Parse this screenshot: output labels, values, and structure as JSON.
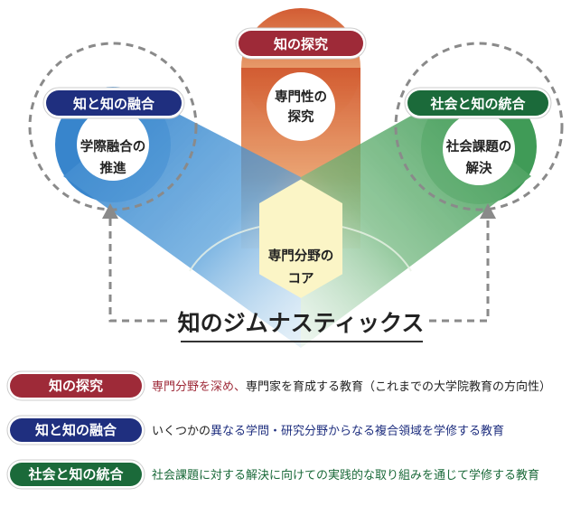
{
  "colors": {
    "red": "#9e2a38",
    "blue": "#1f2f7f",
    "green": "#1b6a3a",
    "orange": "#d9672e",
    "core": "#fbf5c6"
  },
  "diagram": {
    "title": "知のジムナスティックス",
    "center": {
      "label": "知の探究",
      "line1": "専門性の",
      "line2": "探究"
    },
    "left": {
      "label": "知と知の融合",
      "line1": "学際融合の",
      "line2": "推進"
    },
    "right": {
      "label": "社会と知の統合",
      "line1": "社会課題の",
      "line2": "解決"
    },
    "core": {
      "line1": "専門分野の",
      "line2": "コア"
    }
  },
  "legend": [
    {
      "label": "知の探究",
      "text_a": "専門分野を深め、",
      "text_b": "専門家を育成する教育（これまでの大学院教育の方向性）"
    },
    {
      "label": "知と知の融合",
      "text_a": "いくつかの",
      "text_b": "異なる学問・研究分野からなる複合領域を学修する教育"
    },
    {
      "label": "社会と知の統合",
      "text_a": "社会課題に対する解決に向けての実践的な取り組みを通じて学修する教育",
      "text_b": ""
    }
  ]
}
